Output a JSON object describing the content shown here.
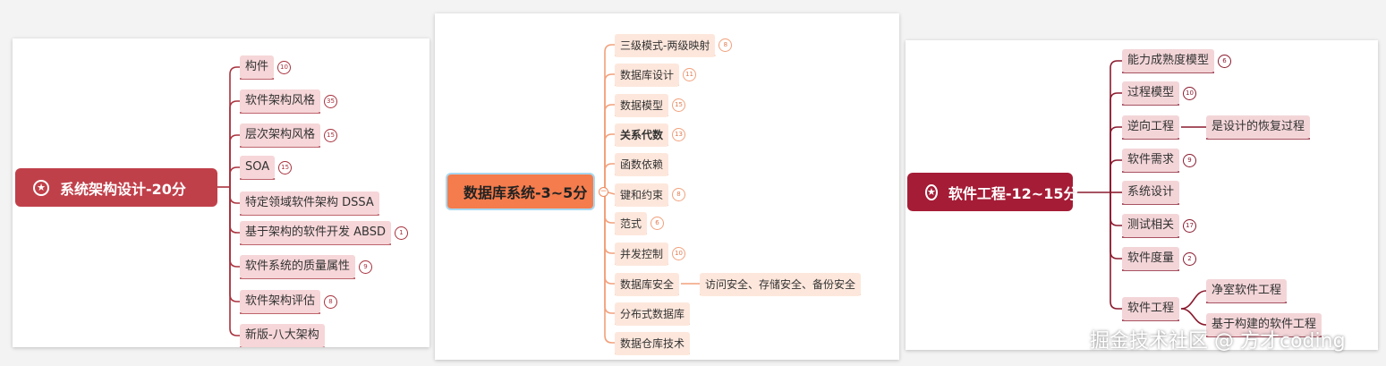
{
  "maps": [
    {
      "root": "系统架构设计-20分",
      "root_color": "#c0404a",
      "line_color": "#a8323e",
      "children": [
        {
          "label": "构件",
          "badge": "10"
        },
        {
          "label": "软件架构风格",
          "badge": "35"
        },
        {
          "label": "层次架构风格",
          "badge": "15"
        },
        {
          "label": "SOA",
          "badge": "15"
        },
        {
          "label": "特定领域软件架构 DSSA",
          "badge": ""
        },
        {
          "label": "基于架构的软件开发 ABSD",
          "badge": "1"
        },
        {
          "label": "软件系统的质量属性",
          "badge": "9"
        },
        {
          "label": "软件架构评估",
          "badge": "8"
        },
        {
          "label": "新版-八大架构",
          "badge": ""
        }
      ]
    },
    {
      "root": "数据库系统-3~5分",
      "root_color": "#f47c4d",
      "line_color": "#f2a07b",
      "children": [
        {
          "label": "三级模式-两级映射",
          "badge": "8"
        },
        {
          "label": "数据库设计",
          "badge": "11"
        },
        {
          "label": "数据模型",
          "badge": "15"
        },
        {
          "label": "关系代数",
          "badge": "13"
        },
        {
          "label": "函数依赖",
          "badge": ""
        },
        {
          "label": "键和约束",
          "badge": "8"
        },
        {
          "label": "范式",
          "badge": "6"
        },
        {
          "label": "并发控制",
          "badge": "10"
        },
        {
          "label": "数据库安全",
          "badge": "",
          "sub": [
            "访问安全、存储安全、备份安全"
          ]
        },
        {
          "label": "分布式数据库",
          "badge": ""
        },
        {
          "label": "数据仓库技术",
          "badge": ""
        }
      ]
    },
    {
      "root": "软件工程-12~15分",
      "root_color": "#a51c36",
      "line_color": "#8a1a2e",
      "children": [
        {
          "label": "能力成熟度模型",
          "badge": "6"
        },
        {
          "label": "过程模型",
          "badge": "10"
        },
        {
          "label": "逆向工程",
          "badge": "",
          "sub": [
            "是设计的恢复过程"
          ]
        },
        {
          "label": "软件需求",
          "badge": "9"
        },
        {
          "label": "系统设计",
          "badge": ""
        },
        {
          "label": "测试相关",
          "badge": "17"
        },
        {
          "label": "软件度量",
          "badge": "2"
        },
        {
          "label": "软件工程",
          "badge": "",
          "sub": [
            "净室软件工程",
            "基于构建的软件工程"
          ]
        }
      ]
    }
  ],
  "watermark": "掘金技术社区 @ 方才coding"
}
